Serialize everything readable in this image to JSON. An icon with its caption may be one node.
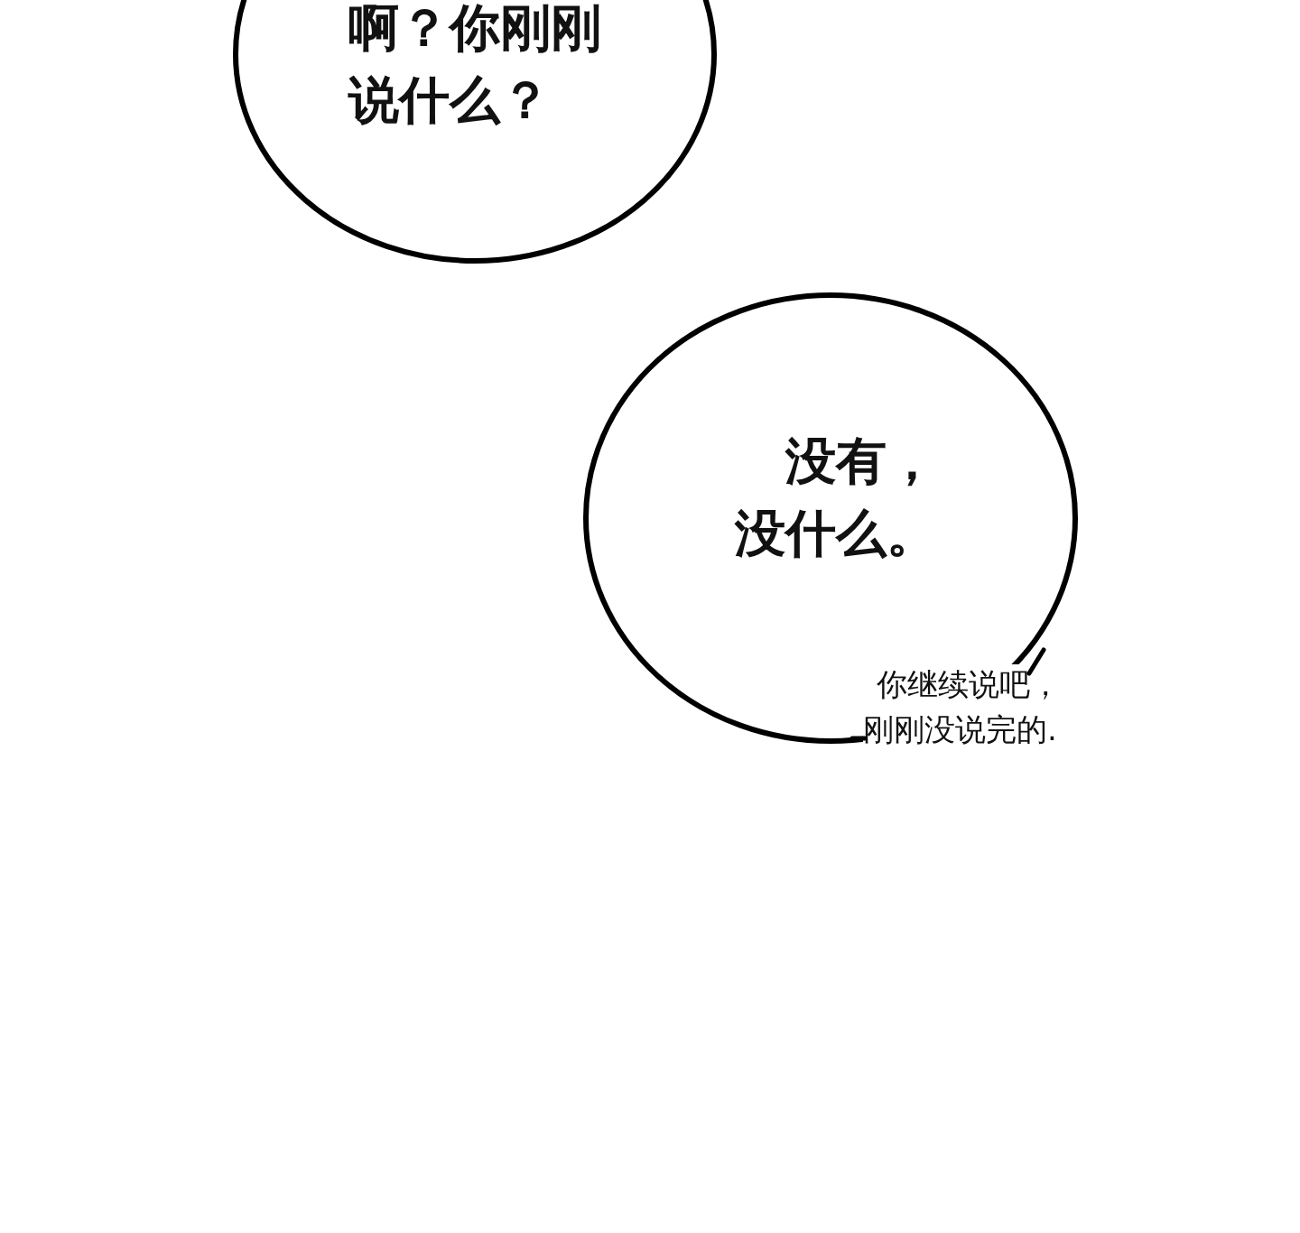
{
  "diagram": {
    "nodes": [
      {
        "text": [
          "啊？你刚刚说什么？"
        ]
      },
      {
        "text": [
          "没有，没什么。"
        ]
      }
    ],
    "labels": [
      "你继续说吧，刚刚没说完的."
    ]
  }
}
